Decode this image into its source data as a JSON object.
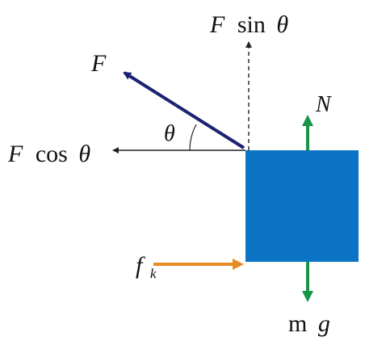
{
  "labels": {
    "F_sin_theta_F": "F",
    "F_sin_theta_rest": "sin",
    "F_sin_theta_theta": "θ",
    "F": "F",
    "theta": "θ",
    "F_cos_theta_F": "F",
    "F_cos_theta_rest": "cos",
    "F_cos_theta_theta": "θ",
    "N": "N",
    "f_k_f": "f",
    "f_k_sub": "k",
    "mg_m": "m",
    "mg_g": "g"
  },
  "colors": {
    "block": "#0a73c4",
    "applied_force": "#1b2272",
    "normal_and_weight": "#169447",
    "friction": "#e88a23",
    "components": "#222222"
  }
}
